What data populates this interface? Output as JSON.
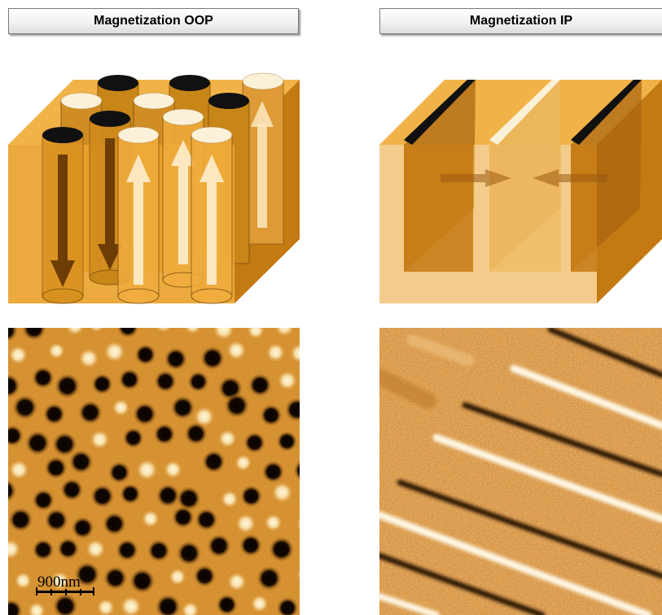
{
  "panels": {
    "oop": {
      "title": "Magnetization OOP"
    },
    "ip": {
      "title": "Magnetization IP"
    }
  },
  "scale_bar": {
    "label": "900nm"
  },
  "colors": {
    "block_front": "#e9a22e",
    "block_top": "#f1b347",
    "block_side": "#c37a12",
    "domain_up": "#fbf1d8",
    "domain_down": "#111111",
    "arrow_down": "#6e3d05",
    "arrow_up": "#fde7bf",
    "afm_base": "#d58f2f"
  }
}
